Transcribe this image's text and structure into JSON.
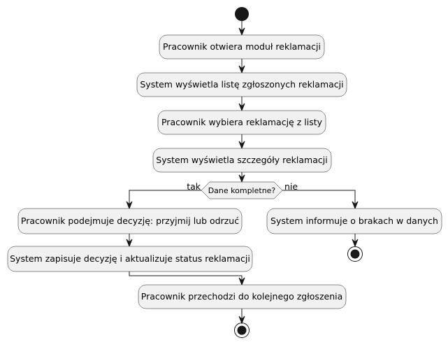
{
  "diagram": {
    "actions": {
      "open_module": "Pracownik otwiera moduł reklamacji",
      "show_list": "System wyświetla listę zgłoszonych reklamacji",
      "select_item": "Pracownik wybiera reklamację z listy",
      "show_details": "System wyświetla szczegóły reklamacji",
      "decide": "Pracownik podejmuje decyzję: przyjmij lub odrzuć",
      "save_status": "System zapisuje decyzję i aktualizuje status reklamacji",
      "inform_missing": "System informuje o brakach w danych",
      "next_item": "Pracownik przechodzi do kolejnego zgłoszenia"
    },
    "decision": {
      "question": "Dane kompletne?",
      "yes_label": "tak",
      "no_label": "nie"
    }
  }
}
